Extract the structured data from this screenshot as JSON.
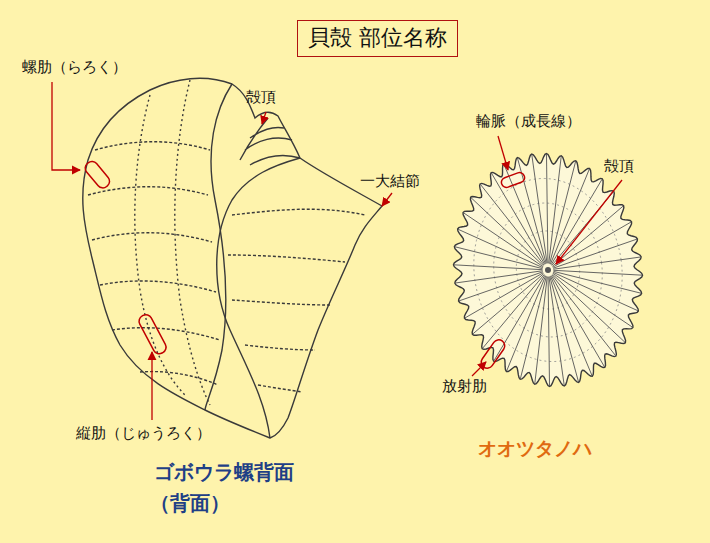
{
  "diagram": {
    "title": "貝殻 部位名称",
    "labels": [
      "螺肋（らろく）",
      "殻頂",
      "一大結節",
      "縦肋（じゅうろく）",
      "ゴボウラ螺背面",
      "（背面）",
      "輪脈（成長線）",
      "殻頂",
      "放射肋",
      "オオツタノハ"
    ]
  }
}
